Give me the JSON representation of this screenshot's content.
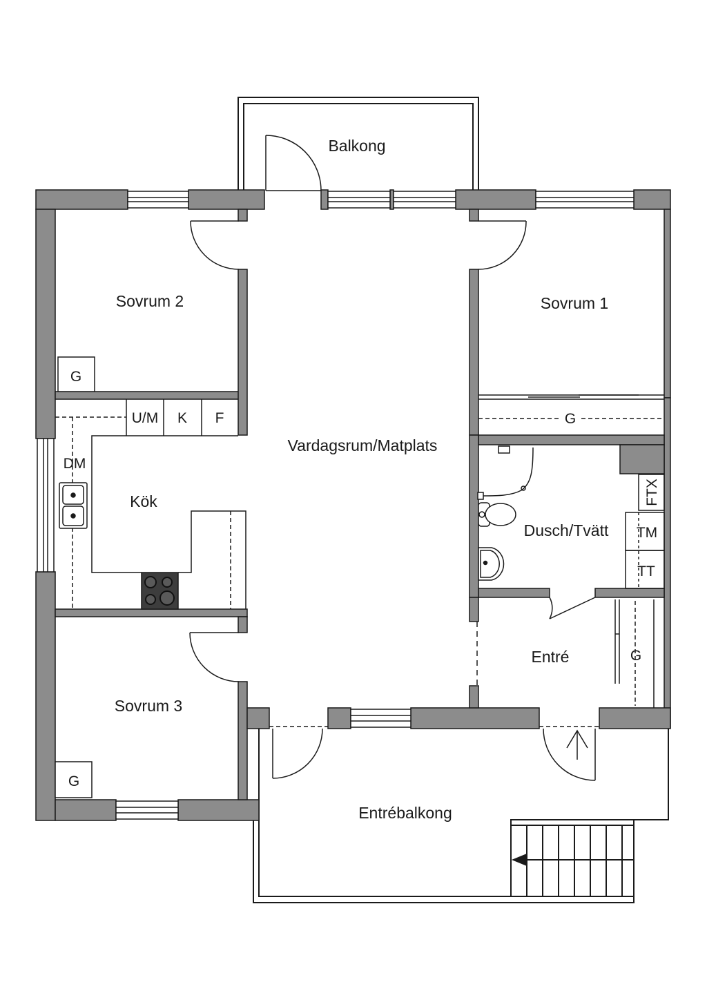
{
  "colors": {
    "wall": "#8c8c8c",
    "line": "#1a1a1a",
    "background": "#ffffff",
    "hob": "#3d3d3d"
  },
  "rooms": {
    "balkong": "Balkong",
    "sovrum2": "Sovrum 2",
    "sovrum1": "Sovrum 1",
    "vardagsrum": "Vardagsrum/Matplats",
    "kok": "Kök",
    "dusch": "Dusch/Tvätt",
    "entre": "Entré",
    "sovrum3": "Sovrum 3",
    "entrebalkong": "Entrébalkong"
  },
  "fixtures": {
    "wardrobe_s2": "G",
    "wardrobe_s1": "G",
    "wardrobe_entre": "G",
    "wardrobe_s3": "G",
    "um": "U/M",
    "k": "K",
    "f": "F",
    "dm": "DM",
    "ftx": "FTX",
    "tm": "TM",
    "tt": "TT"
  },
  "icons": {
    "entrance": "entrance-arrow-icon",
    "stairs": "stairs-direction-icon",
    "hob": "hob-icon",
    "sink": "sink-icon",
    "toilet": "toilet-icon",
    "washbasin": "washbasin-icon"
  }
}
